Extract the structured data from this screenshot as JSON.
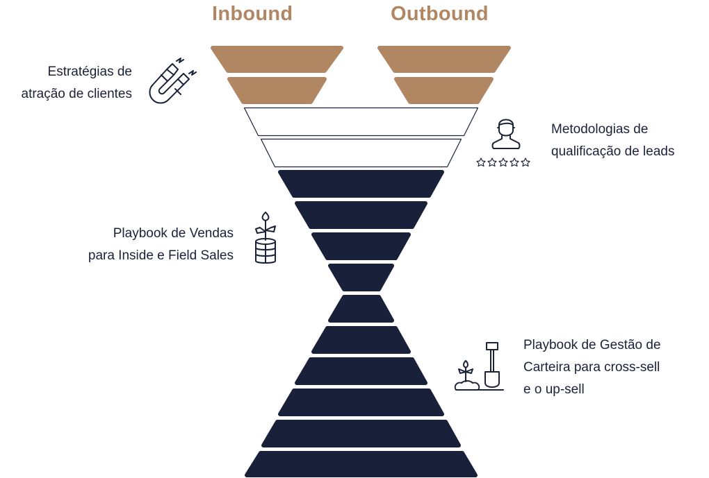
{
  "headings": {
    "inbound": "Inbound",
    "outbound": "Outbound"
  },
  "labels": {
    "attraction": [
      "Estratégias de",
      "atração de clientes"
    ],
    "qualification": [
      "Metodologias de",
      "qualificação de leads"
    ],
    "playbook_sales": [
      "Playbook de Vendas",
      "para Inside e Field Sales"
    ],
    "playbook_portfolio": [
      "Playbook de Gestão de",
      "Carteira para cross-sell",
      "e o up-sell"
    ]
  },
  "icons": [
    "magnet-icon",
    "person-rating-icon",
    "plant-coins-icon",
    "plant-shovel-icon"
  ],
  "colors": {
    "brown": "#b08762",
    "navy": "#19203a",
    "white": "#ffffff"
  }
}
